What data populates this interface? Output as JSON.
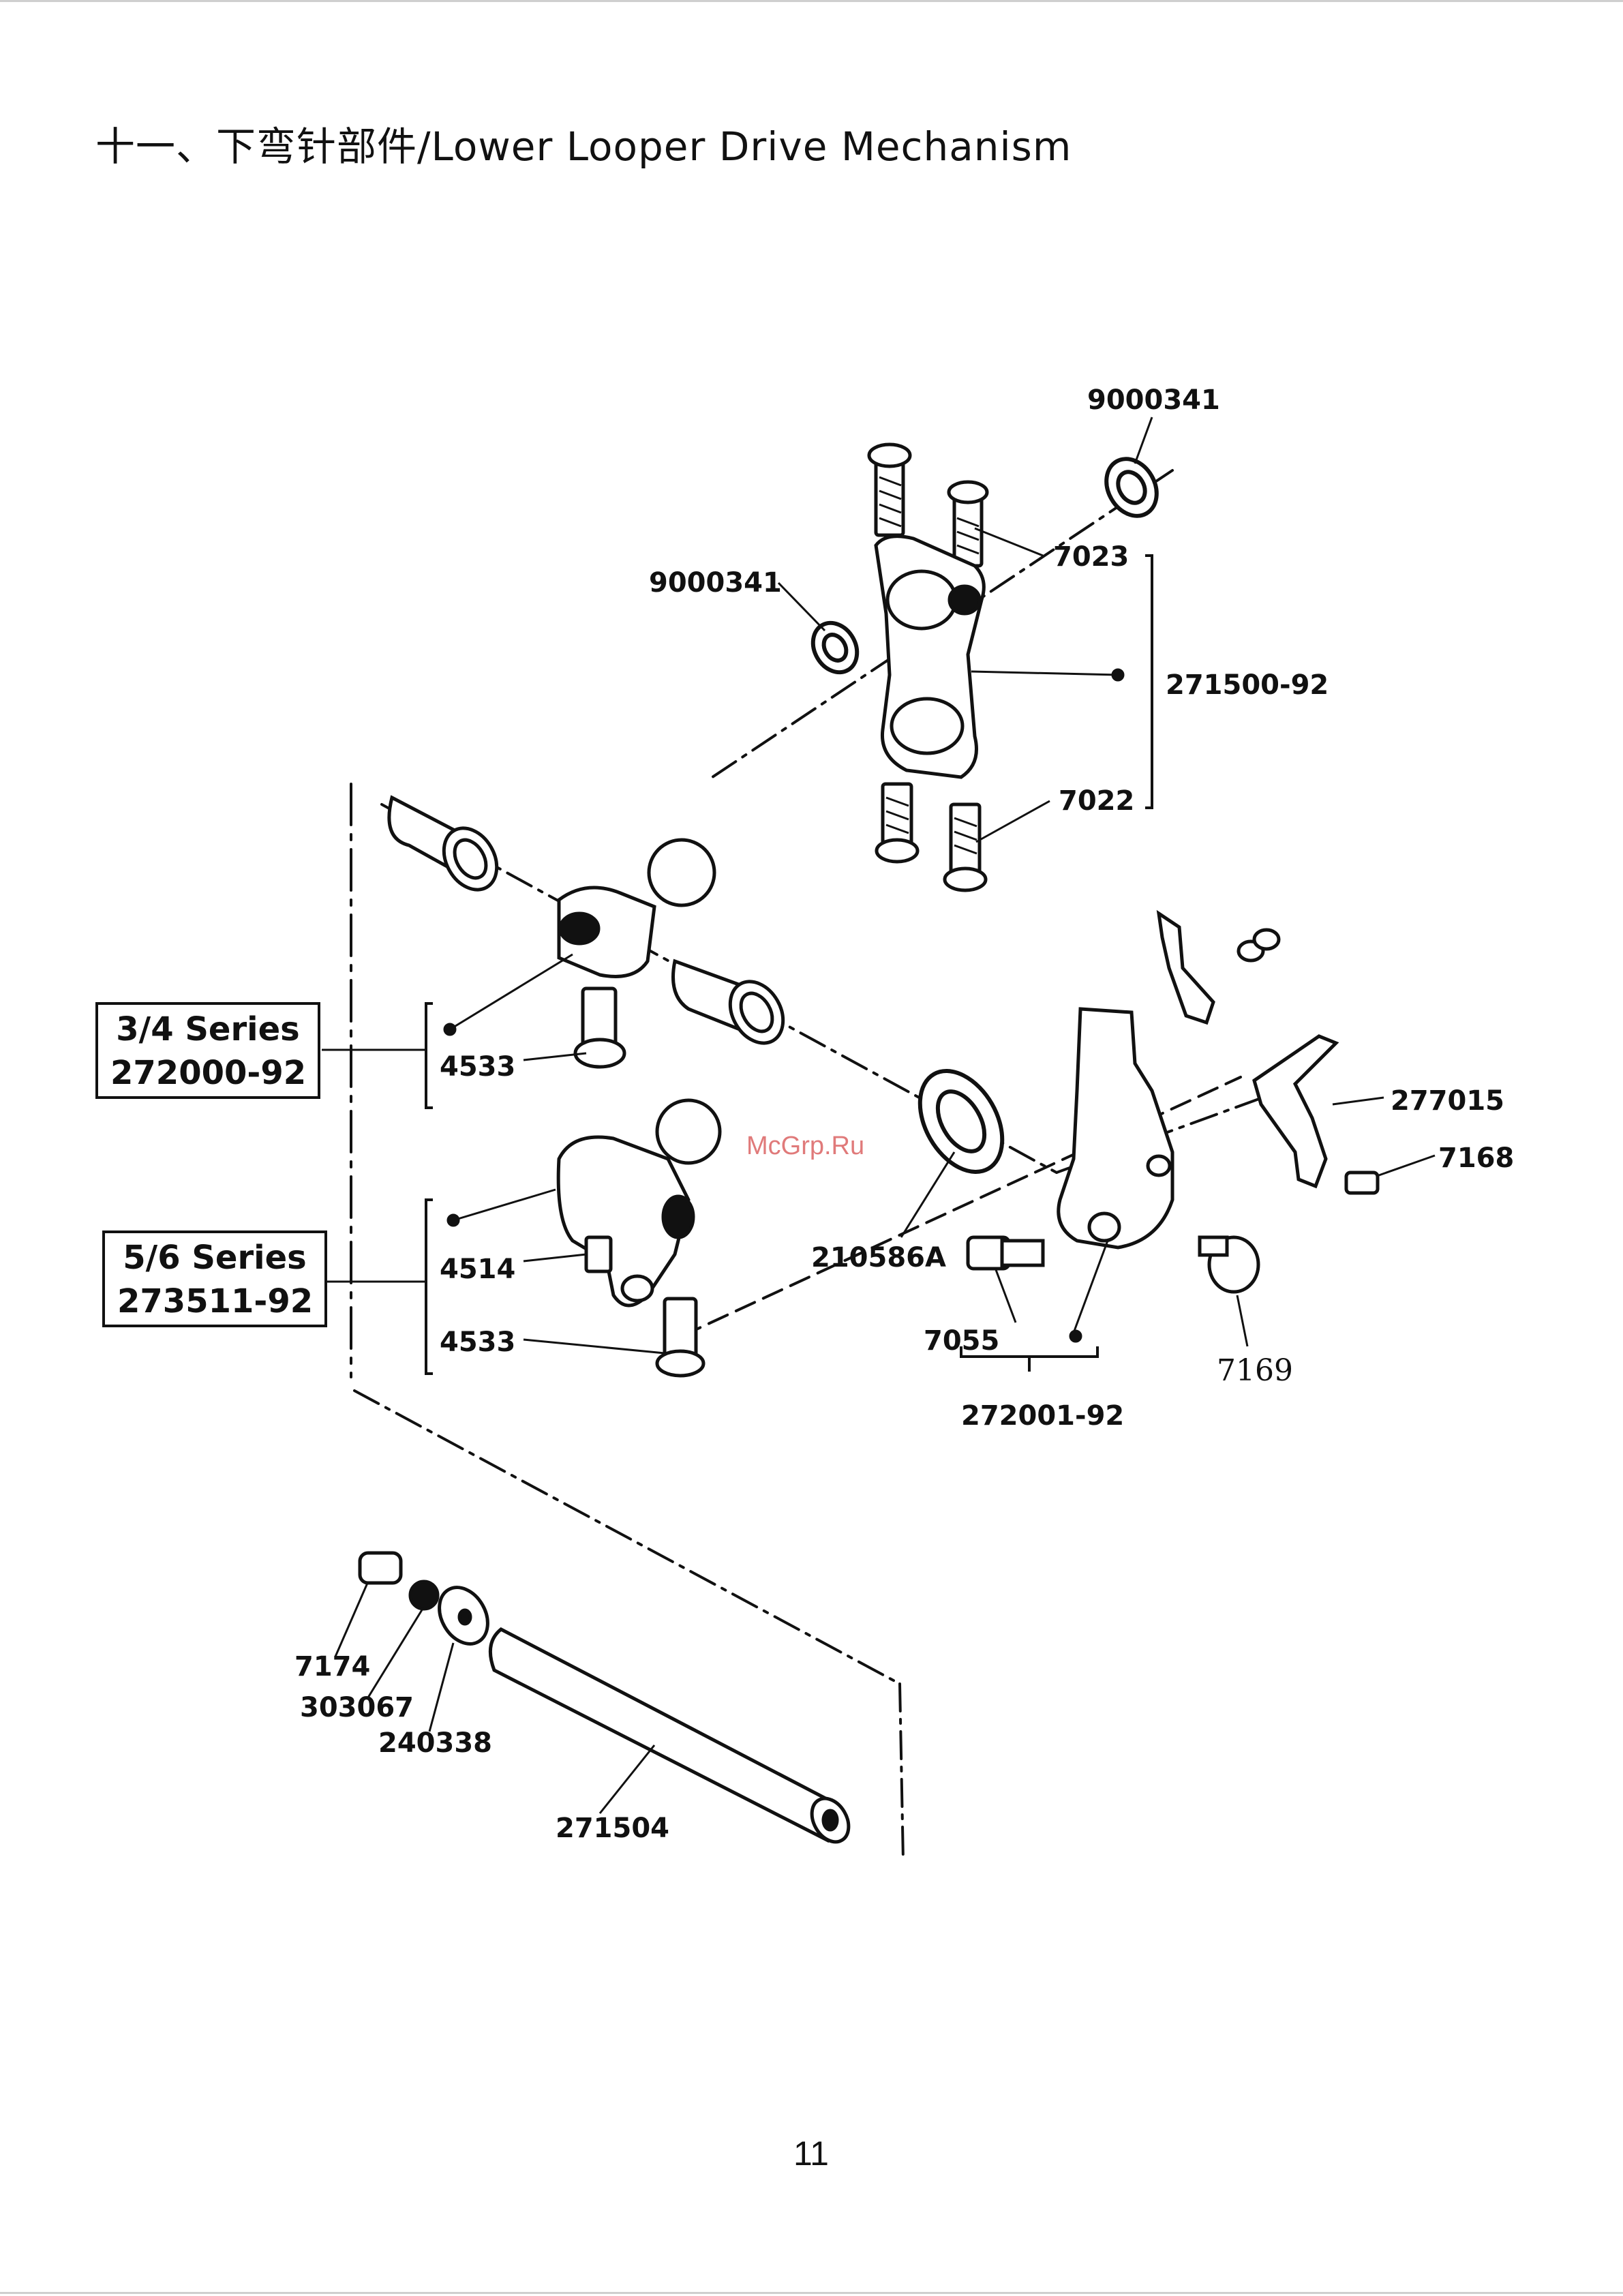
{
  "page": {
    "title": "十一、下弯针部件/Lower Looper Drive Mechanism",
    "page_number": "11",
    "watermark": "McGrp.Ru"
  },
  "series_boxes": [
    {
      "line1": "3/4 Series",
      "line2": "272000-92"
    },
    {
      "line1": "5/6 Series",
      "line2": "273511-92"
    }
  ],
  "part_labels": {
    "p9000341_top": "9000341",
    "p9000341_left": "9000341",
    "p7023": "7023",
    "p271500": "271500-92",
    "p7022": "7022",
    "p4533_a": "4533",
    "p4514": "4514",
    "p4533_b": "4533",
    "p277015": "277015",
    "p7168": "7168",
    "p210586A": "210586A",
    "p7055": "7055",
    "p7169": "7169",
    "p272001": "272001-92",
    "p7174": "7174",
    "p303067": "303067",
    "p240338": "240338",
    "p271504": "271504"
  }
}
